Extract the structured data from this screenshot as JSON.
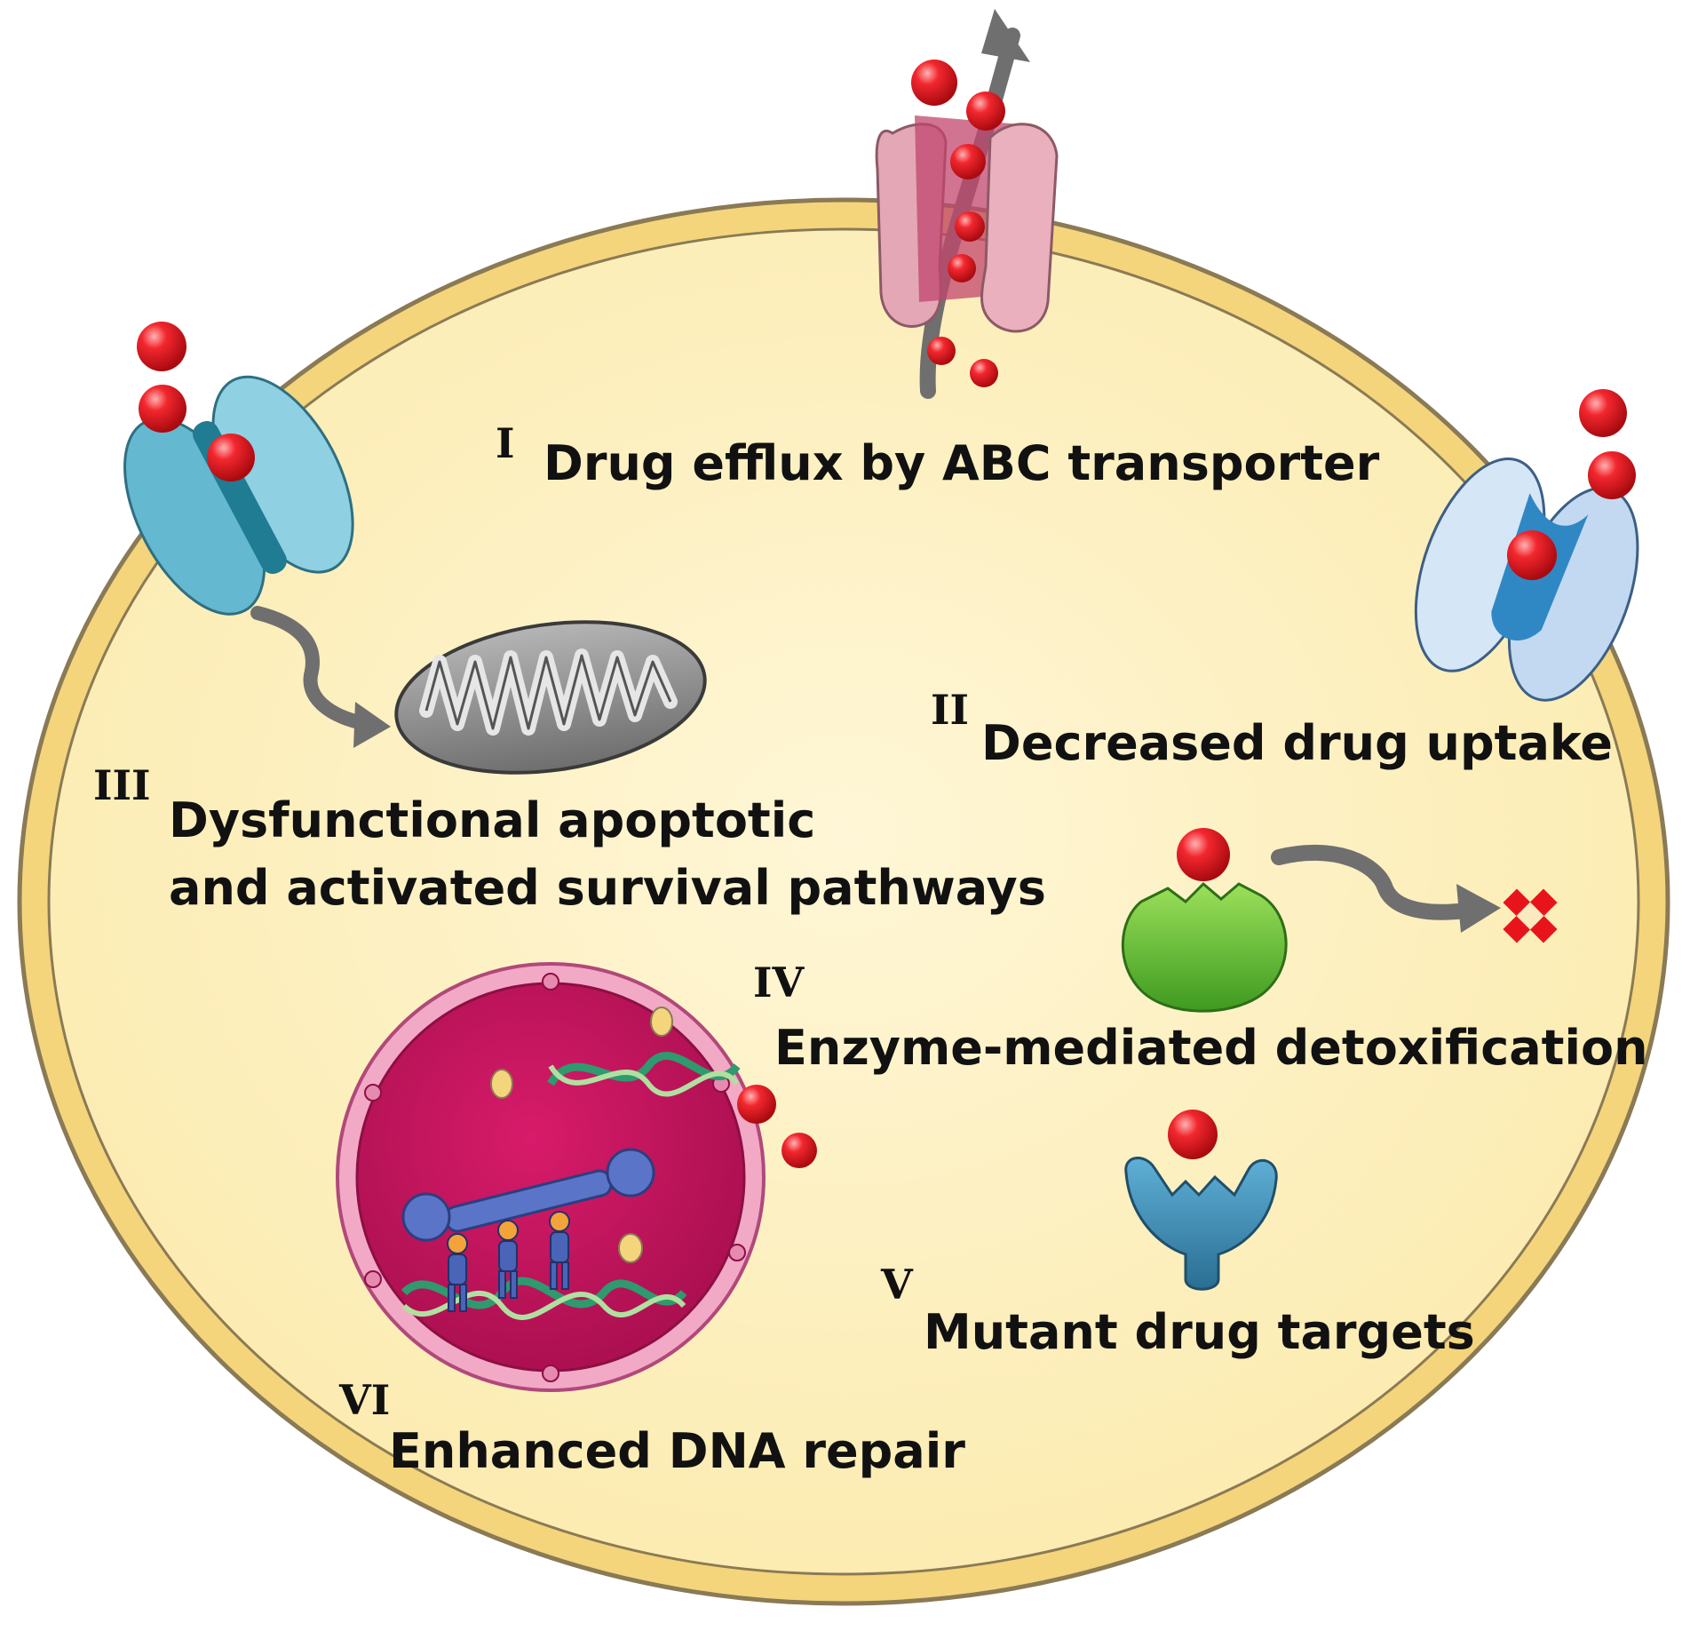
{
  "mechanisms": [
    {
      "id": "efflux",
      "numeral": "I",
      "lines": [
        "Drug efflux by ABC transporter"
      ]
    },
    {
      "id": "uptake",
      "numeral": "II",
      "lines": [
        "Decreased drug uptake"
      ]
    },
    {
      "id": "apoptosis",
      "numeral": "III",
      "lines": [
        "Dysfunctional apoptotic",
        "and activated survival pathways"
      ]
    },
    {
      "id": "detox",
      "numeral": "IV",
      "lines": [
        "Enzyme-mediated detoxification"
      ]
    },
    {
      "id": "mutant",
      "numeral": "V",
      "lines": [
        "Mutant drug targets"
      ]
    },
    {
      "id": "dna",
      "numeral": "VI",
      "lines": [
        "Enhanced DNA repair"
      ]
    }
  ],
  "colors": {
    "cell_fill": "#FDF1BE",
    "cell_membrane": "#F4D57C",
    "cell_outline": "#8A7A55",
    "drug": "#E8141C",
    "abc_transporter": "#E8A9B8",
    "uptake_channel_left": "#62B7CE",
    "uptake_channel_right": "#C9DCF0",
    "mitochondrion": "#8E8E8E",
    "nucleus": "#C2185B",
    "nuclear_envelope": "#F2A9C5",
    "enzyme": "#6BBF3A",
    "mutant_target": "#3C89B0",
    "arrow": "#707070"
  }
}
